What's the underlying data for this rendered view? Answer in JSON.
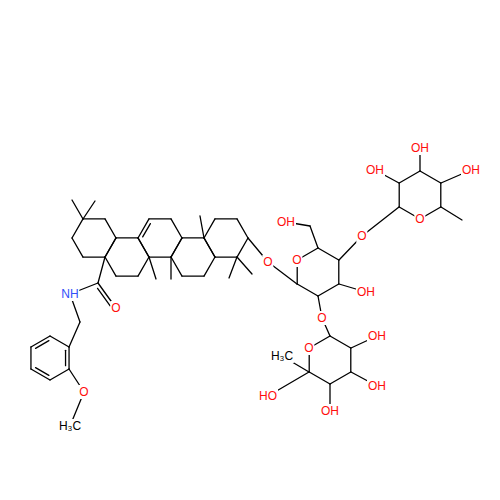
{
  "diagram": {
    "labels": [
      "OH",
      "OH",
      "OH",
      "O",
      "OH",
      "O",
      "O",
      "O",
      "OH",
      "NH",
      "O",
      "O",
      "OH",
      "O",
      "H₃C",
      "OH",
      "O",
      "HO",
      "OH",
      "H₃C"
    ]
  }
}
